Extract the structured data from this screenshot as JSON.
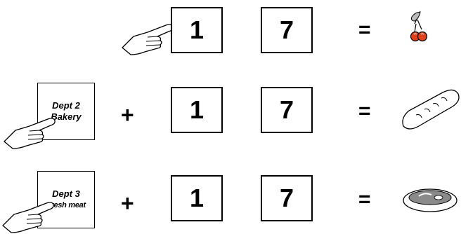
{
  "rows": [
    {
      "keys": [
        "1",
        "7"
      ],
      "equals": "=",
      "result_icon": "cherries-icon"
    },
    {
      "dept": {
        "line1": "Dept 2",
        "line2": "Bakery"
      },
      "plus": "+",
      "keys": [
        "1",
        "7"
      ],
      "equals": "=",
      "result_icon": "bread-icon"
    },
    {
      "dept": {
        "line1": "Dept 3",
        "line2": "Fresh meat"
      },
      "plus": "+",
      "keys": [
        "1",
        "7"
      ],
      "equals": "=",
      "result_icon": "steak-icon"
    }
  ],
  "colors": {
    "cherry": "#e0401c",
    "leaf": "#999999",
    "meat": "#8a8a8a"
  }
}
